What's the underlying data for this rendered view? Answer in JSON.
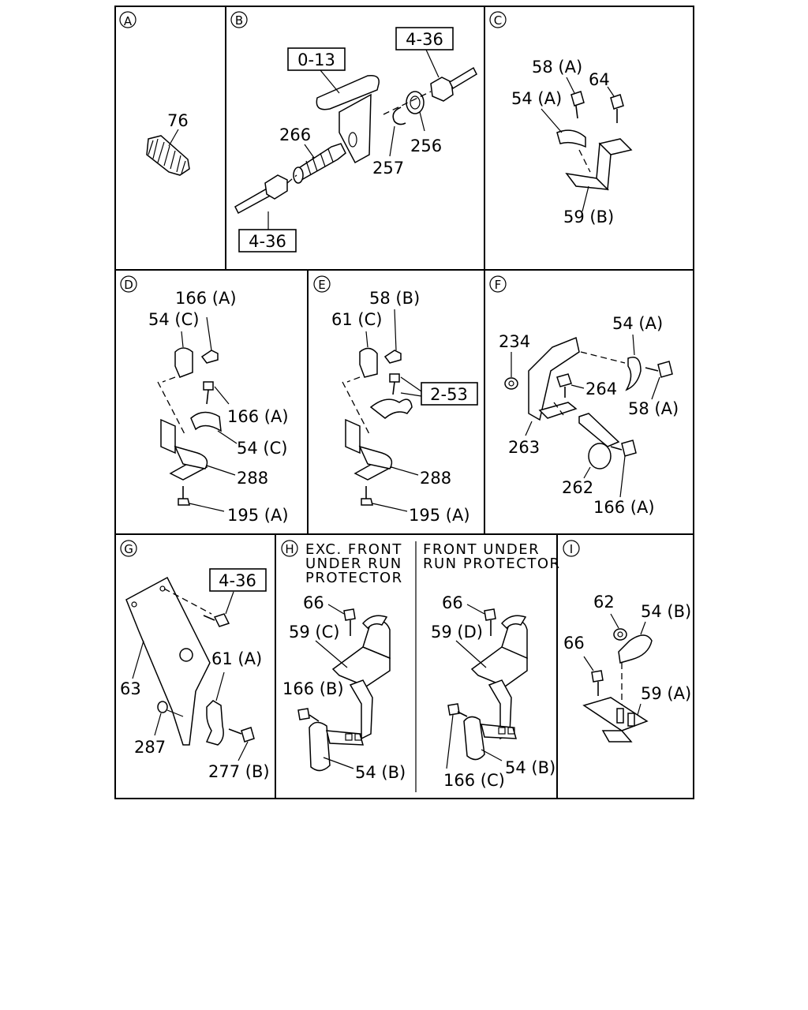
{
  "panels": {
    "A": {
      "letter": "A",
      "labels": {
        "p76": "76"
      }
    },
    "B": {
      "letter": "B",
      "refs": {
        "r013": "0-13",
        "r436a": "4-36",
        "r436b": "4-36"
      },
      "labels": {
        "p266": "266",
        "p257": "257",
        "p256": "256"
      }
    },
    "C": {
      "letter": "C",
      "labels": {
        "p58a": "58 (A)",
        "p64": "64",
        "p54a": "54 (A)",
        "p59b": "59 (B)"
      }
    },
    "D": {
      "letter": "D",
      "labels": {
        "p166a1": "166 (A)",
        "p54c1": "54 (C)",
        "p166a2": "166 (A)",
        "p54c2": "54 (C)",
        "p288": "288",
        "p195a": "195 (A)"
      }
    },
    "E": {
      "letter": "E",
      "refs": {
        "r253": "2-53"
      },
      "labels": {
        "p58b": "58 (B)",
        "p61c": "61 (C)",
        "p288": "288",
        "p195a": "195 (A)"
      }
    },
    "F": {
      "letter": "F",
      "labels": {
        "p234": "234",
        "p54a": "54 (A)",
        "p264": "264",
        "p58a": "58 (A)",
        "p263": "263",
        "p262": "262",
        "p166a": "166 (A)"
      }
    },
    "G": {
      "letter": "G",
      "refs": {
        "r436": "4-36"
      },
      "labels": {
        "p61a": "61 (A)",
        "p63": "63",
        "p287": "287",
        "p277b": "277 (B)"
      }
    },
    "H": {
      "letter": "H",
      "left": {
        "note": [
          "EXC. FRONT",
          "UNDER RUN",
          "PROTECTOR"
        ],
        "labels": {
          "p66": "66",
          "p59c": "59 (C)",
          "p166b": "166 (B)",
          "p54b": "54 (B)"
        }
      },
      "right": {
        "note": [
          "FRONT UNDER",
          "RUN PROTECTOR"
        ],
        "labels": {
          "p66": "66",
          "p59d": "59 (D)",
          "p166c": "166 (C)",
          "p54b": "54 (B)"
        }
      }
    },
    "I": {
      "letter": "I",
      "labels": {
        "p62": "62",
        "p54b": "54 (B)",
        "p66": "66",
        "p59a": "59 (A)"
      }
    }
  }
}
